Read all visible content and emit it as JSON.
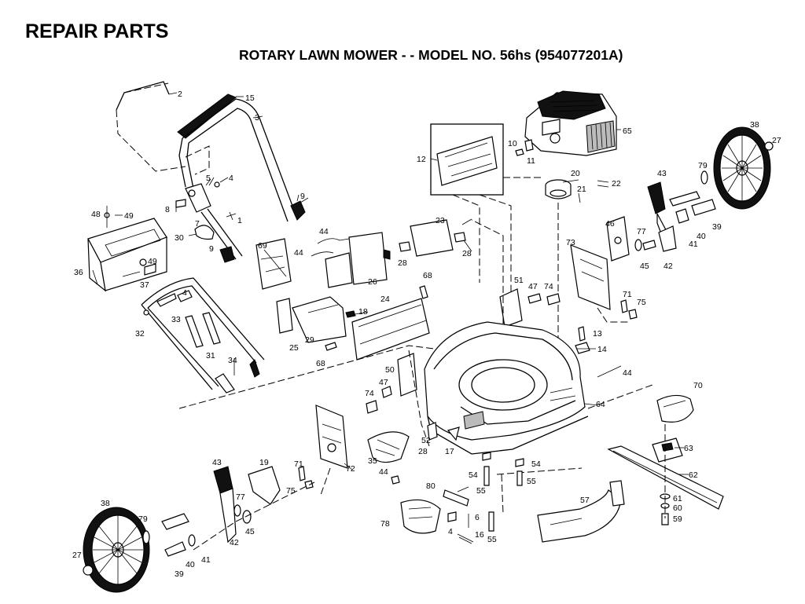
{
  "header": {
    "title": "REPAIR PARTS",
    "subtitle": "ROTARY LAWN MOWER - - MODEL NO. 56hs (954077201A)"
  },
  "callouts": [
    {
      "id": "c-2",
      "text": "2"
    },
    {
      "id": "c-15",
      "text": "15"
    },
    {
      "id": "c-3",
      "text": "3"
    },
    {
      "id": "c-4a",
      "text": "4"
    },
    {
      "id": "c-5",
      "text": "5"
    },
    {
      "id": "c-8",
      "text": "8"
    },
    {
      "id": "c-7",
      "text": "7"
    },
    {
      "id": "c-1",
      "text": "1"
    },
    {
      "id": "c-9a",
      "text": "9"
    },
    {
      "id": "c-30",
      "text": "30"
    },
    {
      "id": "c-9b",
      "text": "9"
    },
    {
      "id": "c-48",
      "text": "48"
    },
    {
      "id": "c-49a",
      "text": "49"
    },
    {
      "id": "c-49b",
      "text": "49"
    },
    {
      "id": "c-36",
      "text": "36"
    },
    {
      "id": "c-37",
      "text": "37"
    },
    {
      "id": "c-4b",
      "text": "4"
    },
    {
      "id": "c-33",
      "text": "33"
    },
    {
      "id": "c-32",
      "text": "32"
    },
    {
      "id": "c-31",
      "text": "31"
    },
    {
      "id": "c-34",
      "text": "34"
    },
    {
      "id": "c-44a",
      "text": "44"
    },
    {
      "id": "c-44b",
      "text": "44"
    },
    {
      "id": "c-69",
      "text": "69"
    },
    {
      "id": "c-26",
      "text": "26"
    },
    {
      "id": "c-18",
      "text": "18"
    },
    {
      "id": "c-29",
      "text": "29"
    },
    {
      "id": "c-25",
      "text": "25"
    },
    {
      "id": "c-68a",
      "text": "68"
    },
    {
      "id": "c-68b",
      "text": "68"
    },
    {
      "id": "c-24",
      "text": "24"
    },
    {
      "id": "c-12",
      "text": "12"
    },
    {
      "id": "c-23",
      "text": "23"
    },
    {
      "id": "c-28a",
      "text": "28"
    },
    {
      "id": "c-28b",
      "text": "28"
    },
    {
      "id": "c-10",
      "text": "10"
    },
    {
      "id": "c-11",
      "text": "11"
    },
    {
      "id": "c-65",
      "text": "65"
    },
    {
      "id": "c-20",
      "text": "20"
    },
    {
      "id": "c-21",
      "text": "21"
    },
    {
      "id": "c-22",
      "text": "22"
    },
    {
      "id": "c-38a",
      "text": "38"
    },
    {
      "id": "c-27a",
      "text": "27"
    },
    {
      "id": "c-79a",
      "text": "79"
    },
    {
      "id": "c-43a",
      "text": "43"
    },
    {
      "id": "c-39a",
      "text": "39"
    },
    {
      "id": "c-40a",
      "text": "40"
    },
    {
      "id": "c-41a",
      "text": "41"
    },
    {
      "id": "c-42a",
      "text": "42"
    },
    {
      "id": "c-46",
      "text": "46"
    },
    {
      "id": "c-77a",
      "text": "77"
    },
    {
      "id": "c-45a",
      "text": "45"
    },
    {
      "id": "c-73",
      "text": "73"
    },
    {
      "id": "c-51",
      "text": "51"
    },
    {
      "id": "c-47a",
      "text": "47"
    },
    {
      "id": "c-74a",
      "text": "74"
    },
    {
      "id": "c-71a",
      "text": "71"
    },
    {
      "id": "c-75a",
      "text": "75"
    },
    {
      "id": "c-13",
      "text": "13"
    },
    {
      "id": "c-14",
      "text": "14"
    },
    {
      "id": "c-44c",
      "text": "44"
    },
    {
      "id": "c-50",
      "text": "50"
    },
    {
      "id": "c-47b",
      "text": "47"
    },
    {
      "id": "c-74b",
      "text": "74"
    },
    {
      "id": "c-64",
      "text": "64"
    },
    {
      "id": "c-70",
      "text": "70"
    },
    {
      "id": "c-72",
      "text": "72"
    },
    {
      "id": "c-35",
      "text": "35"
    },
    {
      "id": "c-52",
      "text": "52"
    },
    {
      "id": "c-28c",
      "text": "28"
    },
    {
      "id": "c-17",
      "text": "17"
    },
    {
      "id": "c-44d",
      "text": "44"
    },
    {
      "id": "c-54a",
      "text": "54"
    },
    {
      "id": "c-54b",
      "text": "54"
    },
    {
      "id": "c-55a",
      "text": "55"
    },
    {
      "id": "c-55b",
      "text": "55"
    },
    {
      "id": "c-55c",
      "text": "55"
    },
    {
      "id": "c-63",
      "text": "63"
    },
    {
      "id": "c-62",
      "text": "62"
    },
    {
      "id": "c-61",
      "text": "61"
    },
    {
      "id": "c-60",
      "text": "60"
    },
    {
      "id": "c-59",
      "text": "59"
    },
    {
      "id": "c-43b",
      "text": "43"
    },
    {
      "id": "c-19",
      "text": "19"
    },
    {
      "id": "c-71b",
      "text": "71"
    },
    {
      "id": "c-75b",
      "text": "75"
    },
    {
      "id": "c-77b",
      "text": "77"
    },
    {
      "id": "c-45b",
      "text": "45"
    },
    {
      "id": "c-42b",
      "text": "42"
    },
    {
      "id": "c-38b",
      "text": "38"
    },
    {
      "id": "c-79b",
      "text": "79"
    },
    {
      "id": "c-27b",
      "text": "27"
    },
    {
      "id": "c-39b",
      "text": "39"
    },
    {
      "id": "c-40b",
      "text": "40"
    },
    {
      "id": "c-41b",
      "text": "41"
    },
    {
      "id": "c-80",
      "text": "80"
    },
    {
      "id": "c-6",
      "text": "6"
    },
    {
      "id": "c-4c",
      "text": "4"
    },
    {
      "id": "c-16",
      "text": "16"
    },
    {
      "id": "c-78",
      "text": "78"
    },
    {
      "id": "c-57",
      "text": "57"
    }
  ]
}
